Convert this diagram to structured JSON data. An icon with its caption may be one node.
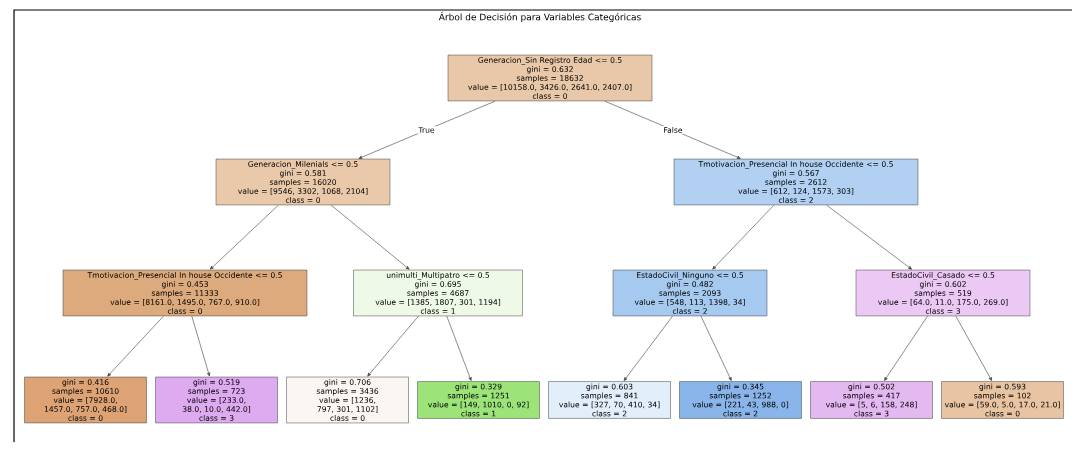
{
  "diagram": {
    "title": "Árbol de Decisión para Variables Categóricas",
    "nodes": [
      {
        "text": [
          "Generacion_Sin Registro Edad <= 0.5",
          "gini = 0.632",
          "samples = 18632",
          "value = [10158.0, 3426.0, 2641.0, 2407.0]",
          "class = 0"
        ]
      },
      {
        "text": [
          "Generacion_Milenials <= 0.5",
          "gini = 0.581",
          "samples = 16020",
          "value = [9546, 3302, 1068, 2104]",
          "class = 0"
        ]
      },
      {
        "text": [
          "Tmotivacion_Presencial In house Occidente <= 0.5",
          "gini = 0.567",
          "samples = 2612",
          "value = [612, 124, 1573, 303]",
          "class = 2"
        ]
      },
      {
        "text": [
          "Tmotivacion_Presencial In house Occidente <= 0.5",
          "gini = 0.453",
          "samples = 11333",
          "value = [8161.0, 1495.0, 767.0, 910.0]",
          "class = 0"
        ]
      },
      {
        "text": [
          "unimulti_Multipatro <= 0.5",
          "gini = 0.695",
          "samples = 4687",
          "value = [1385, 1807, 301, 1194]",
          "class = 1"
        ]
      },
      {
        "text": [
          "EstadoCivil_Ninguno <= 0.5",
          "gini = 0.482",
          "samples = 2093",
          "value = [548, 113, 1398, 34]",
          "class = 2"
        ]
      },
      {
        "text": [
          "EstadoCivil_Casado <= 0.5",
          "gini = 0.602",
          "samples = 519",
          "value = [64.0, 11.0, 175.0, 269.0]",
          "class = 3"
        ]
      },
      {
        "text": [
          "gini = 0.416",
          "samples = 10610",
          "value = [7928.0, 1457.0, 757.0, 468.0]",
          "class = 0"
        ]
      },
      {
        "text": [
          "gini = 0.519",
          "samples = 723",
          "value = [233.0, 38.0, 10.0, 442.0]",
          "class = 3"
        ]
      },
      {
        "text": [
          "gini = 0.706",
          "samples = 3436",
          "value = [1236, 797, 301, 1102]",
          "class = 0"
        ]
      },
      {
        "text": [
          "gini = 0.329",
          "samples = 1251",
          "value = [149, 1010, 0, 92]",
          "class = 1"
        ]
      },
      {
        "text": [
          "gini = 0.603",
          "samples = 841",
          "value = [327, 70, 410, 34]",
          "class = 2"
        ]
      },
      {
        "text": [
          "gini = 0.345",
          "samples = 1252",
          "value = [221, 43, 988, 0]",
          "class = 2"
        ]
      },
      {
        "text": [
          "gini = 0.502",
          "samples = 417",
          "value = [5, 6, 158, 248]",
          "class = 3"
        ]
      },
      {
        "text": [
          "gini = 0.593",
          "samples = 102",
          "value = [59.0, 5.0, 17.0, 21.0]",
          "class = 0"
        ]
      }
    ],
    "edges": [
      {
        "from": 0,
        "to": 1,
        "arrow": "to",
        "label": "True"
      },
      {
        "from": 0,
        "to": 2,
        "arrow": "to",
        "label": "False"
      },
      {
        "from": 1,
        "to": 3,
        "arrow": "to"
      },
      {
        "from": 1,
        "to": 4,
        "arrow": "to"
      },
      {
        "from": 2,
        "to": 5,
        "arrow": "to"
      },
      {
        "from": 2,
        "to": 6,
        "arrow": "to"
      },
      {
        "from": 3,
        "to": 7,
        "arrow": "to"
      },
      {
        "from": 3,
        "to": 8,
        "arrow": "to"
      },
      {
        "from": 4,
        "to": 9,
        "arrow": "to"
      },
      {
        "from": 4,
        "to": 10,
        "arrow": "to"
      },
      {
        "from": 5,
        "to": 11,
        "arrow": "to"
      },
      {
        "from": 5,
        "to": 12,
        "arrow": "to"
      },
      {
        "from": 6,
        "to": 13,
        "arrow": "to"
      },
      {
        "from": 6,
        "to": 14,
        "arrow": "to"
      }
    ]
  }
}
